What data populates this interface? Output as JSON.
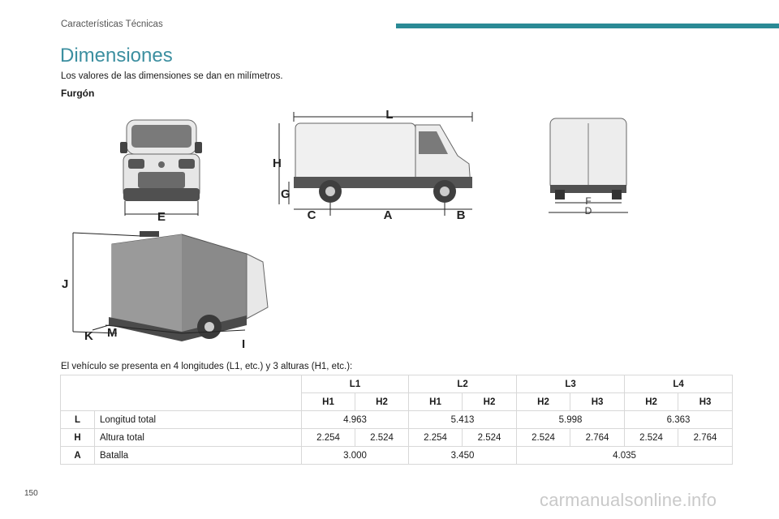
{
  "header": {
    "section": "Características Técnicas"
  },
  "page_title": "Dimensiones",
  "intro": "Los valores de las dimensiones se dan en milímetros.",
  "subheading": "Furgón",
  "figure_labels": {
    "front": [
      "E"
    ],
    "side": [
      "L",
      "H",
      "G",
      "C",
      "A",
      "B"
    ],
    "rear": [
      "F",
      "D"
    ],
    "perspective": [
      "J",
      "K",
      "M",
      "I"
    ]
  },
  "note": "El vehículo se presenta en 4 longitudes (L1, etc.) y 3 alturas (H1, etc.):",
  "table": {
    "lengths": [
      "L1",
      "L2",
      "L3",
      "L4"
    ],
    "heights": [
      "H1",
      "H2",
      "H1",
      "H2",
      "H2",
      "H3",
      "H2",
      "H3"
    ],
    "rows": [
      {
        "code": "L",
        "label": "Longitud total",
        "values": [
          "4.963",
          "5.413",
          "5.998",
          "6.363"
        ]
      },
      {
        "code": "H",
        "label": "Altura total",
        "values": [
          "2.254",
          "2.524",
          "2.254",
          "2.524",
          "2.524",
          "2.764",
          "2.524",
          "2.764"
        ]
      },
      {
        "code": "A",
        "label": "Batalla",
        "values": [
          "3.000",
          "3.450",
          "4.035"
        ]
      }
    ]
  },
  "page_number": "150",
  "watermark": "carmanualsonline.info"
}
